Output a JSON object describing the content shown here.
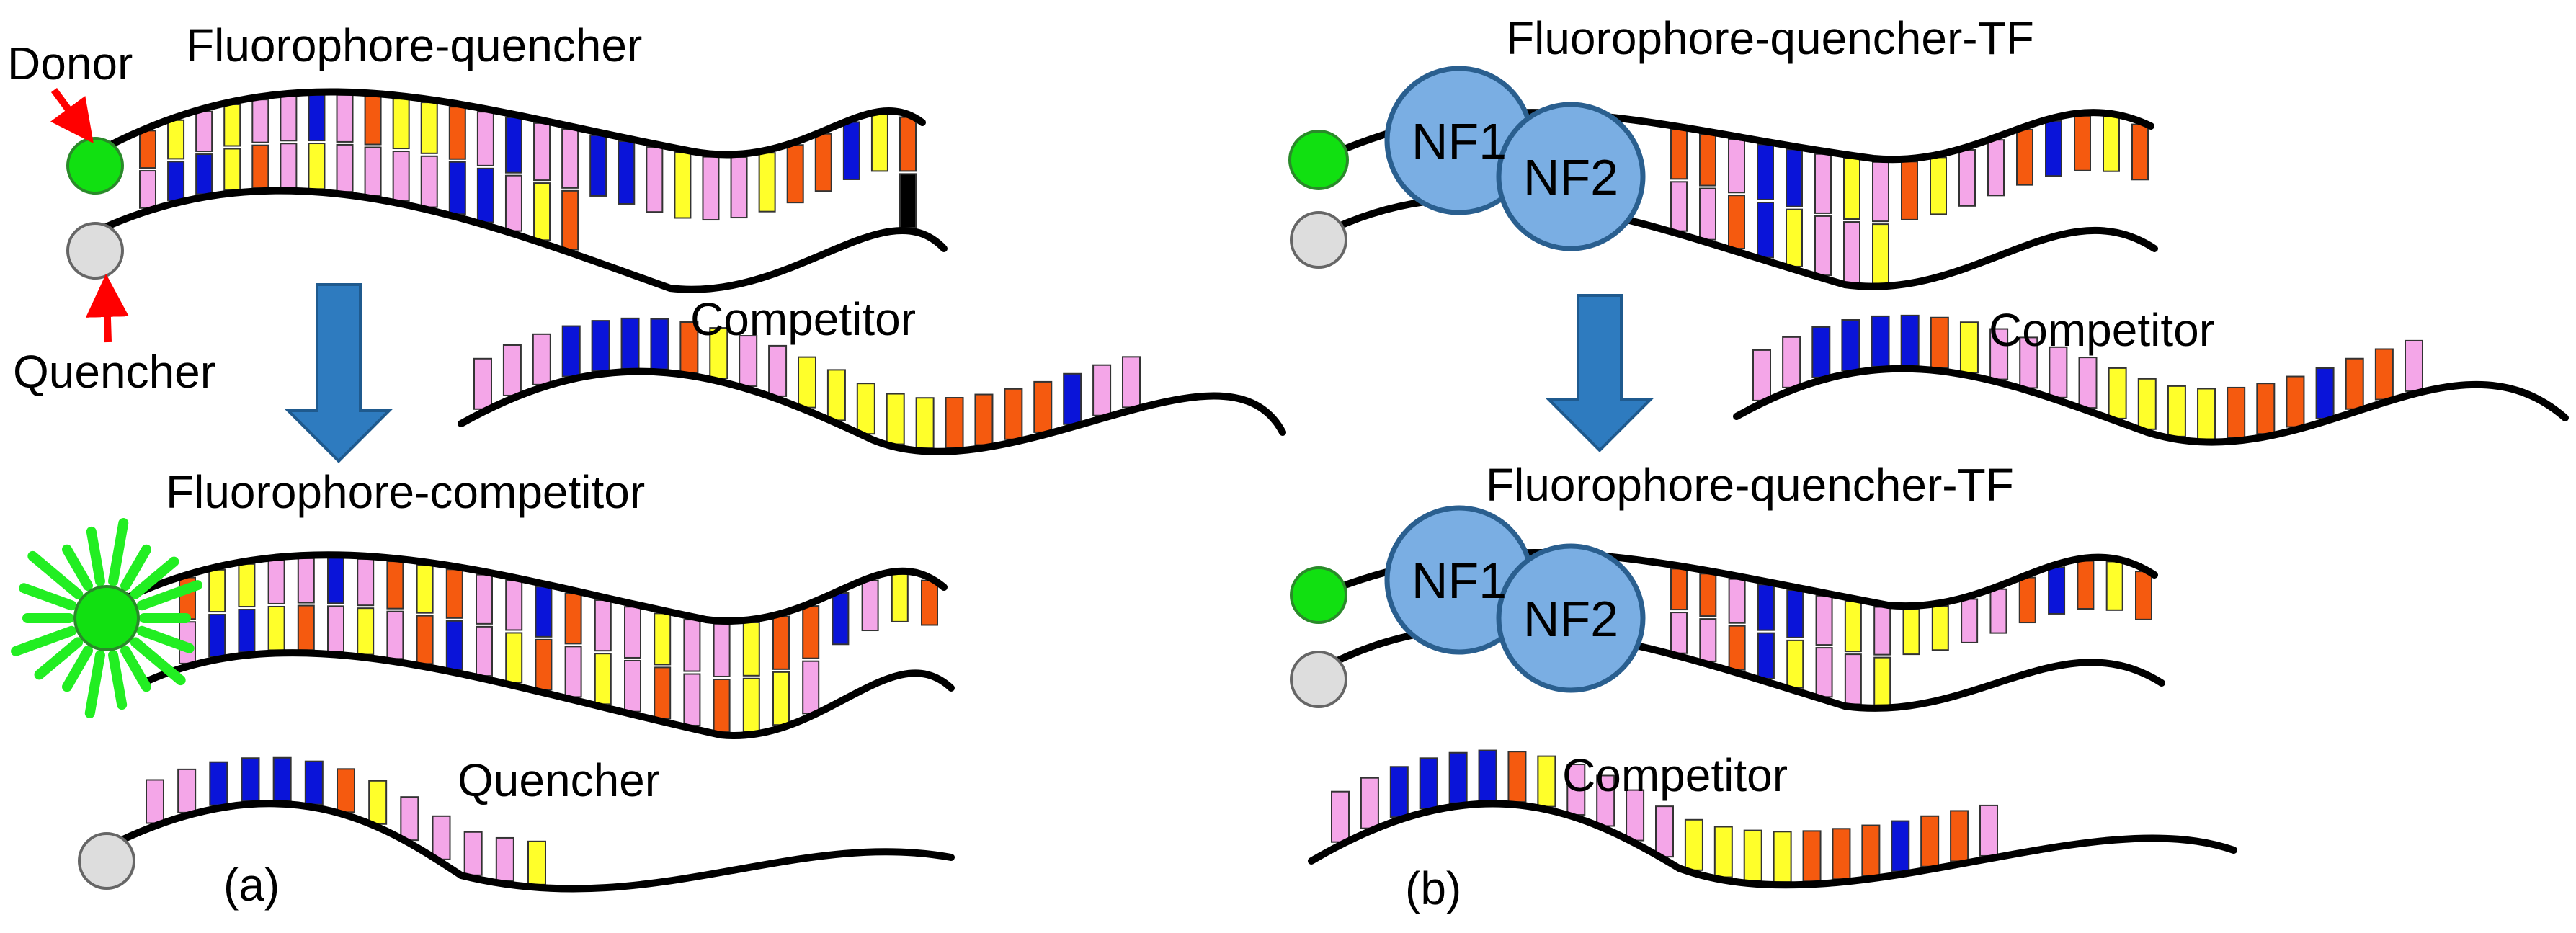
{
  "labels": {
    "donor": "Donor",
    "quencher_side": "Quencher",
    "a_top_title": "Fluorophore-quencher",
    "a_competitor": "Competitor",
    "a_bottom_title": "Fluorophore-competitor",
    "a_quencher_strand": "Quencher",
    "panel_a": "(a)",
    "b_top_title": "Fluorophore-quencher-TF",
    "b_competitor": "Competitor",
    "b_bottom_title": "Fluorophore-quencher-TF",
    "b_competitor_bottom": "Competitor",
    "panel_b": "(b)",
    "nf1": "NF1",
    "nf2": "NF2"
  },
  "colors": {
    "pink": "#f4a6e8",
    "blue": "#0a14d9",
    "yellow": "#ffff2a",
    "orange": "#f55a0f",
    "strand": "#000000",
    "donor_green": "#11e011",
    "quencher_gray": "#dddddd",
    "glow_green": "#22ee22",
    "tf_blue": "#7aaee3",
    "tf_stroke": "#2a5f8f",
    "arrow_fill": "#2e7bbf",
    "red_arrow": "#ff0000"
  },
  "icons": {
    "donor": "green-fluorophore-icon",
    "quencher": "gray-quencher-icon",
    "glow": "fluorescence-glow-icon",
    "transition": "down-arrow-icon"
  }
}
